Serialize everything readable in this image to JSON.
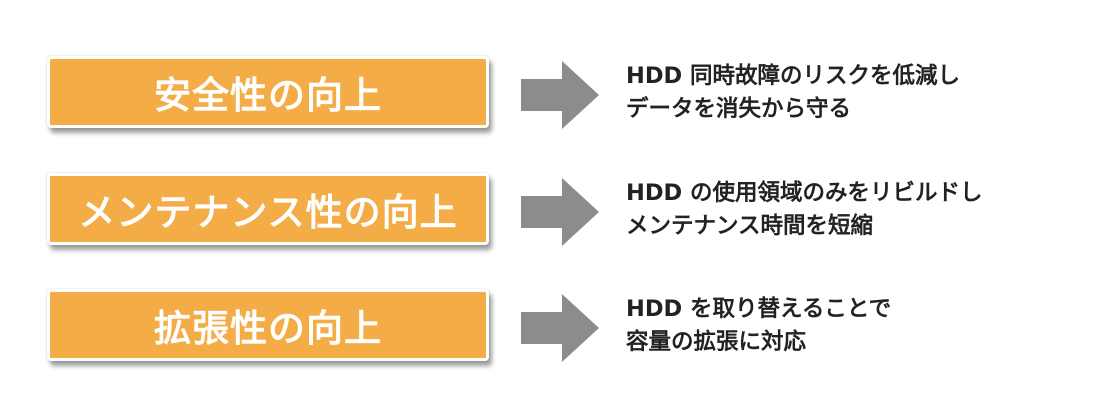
{
  "items": [
    {
      "label": "安全性の向上",
      "description": [
        "HDD 同時故障のリスクを低減し",
        "データを消失から守る"
      ]
    },
    {
      "label": "メンテナンス性の向上",
      "description": [
        "HDD の使用領域のみをリビルドし",
        "メンテナンス時間を短縮"
      ]
    },
    {
      "label": "拡張性の向上",
      "description": [
        "HDD を取り替えることで",
        "容量の拡張に対応"
      ]
    }
  ],
  "colors": {
    "box_fill": "#f4ac46",
    "box_text": "#ffffff",
    "arrow": "#8c8c8c",
    "description_text": "#222222"
  },
  "icons": {
    "connector": "arrow-right-icon"
  }
}
